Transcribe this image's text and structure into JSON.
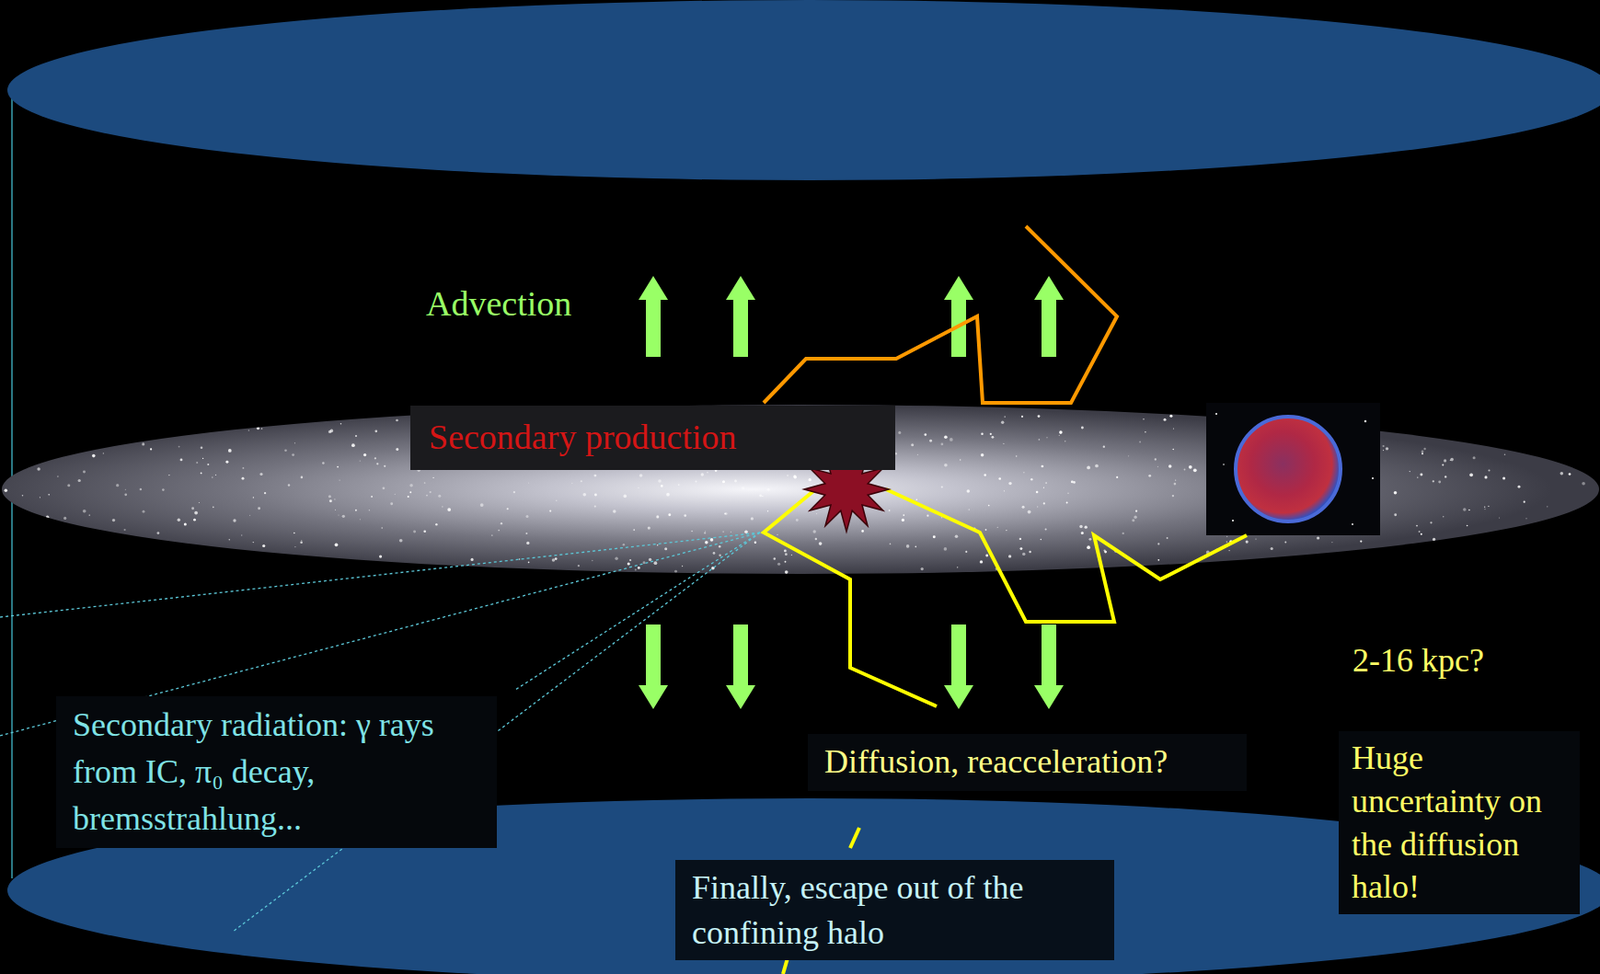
{
  "diagram": {
    "nodes": [
      {
        "text": [
          "Secondary production"
        ]
      },
      {
        "text": [
          "Secondary radiation: γ rays from IC, π₀ decay, bremsstrahlung..."
        ]
      },
      {
        "text": [
          "Diffusion, reacceleration?"
        ]
      },
      {
        "text": [
          "Finally, escape out of the confining halo"
        ]
      },
      {
        "text": [
          "Huge uncertainty on the diffusion halo!"
        ]
      }
    ],
    "labels": [
      "Advection",
      "2-16 kpc?"
    ]
  }
}
